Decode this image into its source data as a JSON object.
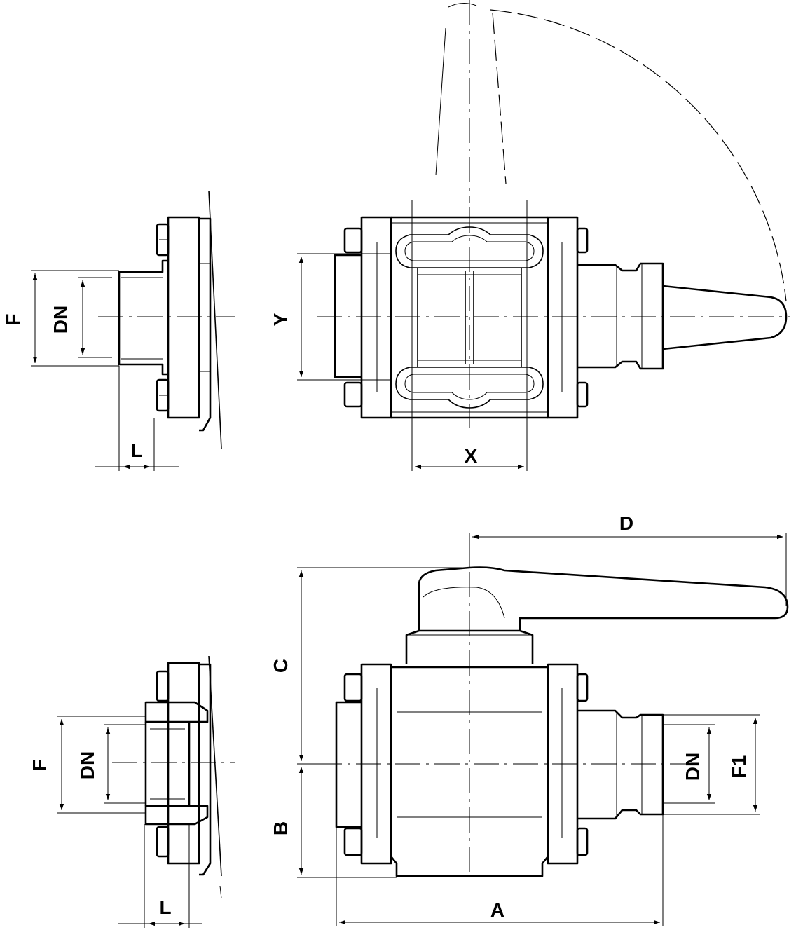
{
  "labels": {
    "side_view_top": {
      "f": "F",
      "dn": "DN",
      "l": "L"
    },
    "top_view": {
      "x": "X",
      "y": "Y"
    },
    "side_view_bottom": {
      "f": "F",
      "dn": "DN",
      "l": "L"
    },
    "front_view": {
      "a": "A",
      "b": "B",
      "c": "C",
      "d": "D",
      "dn": "DN",
      "f1": "F1"
    }
  }
}
